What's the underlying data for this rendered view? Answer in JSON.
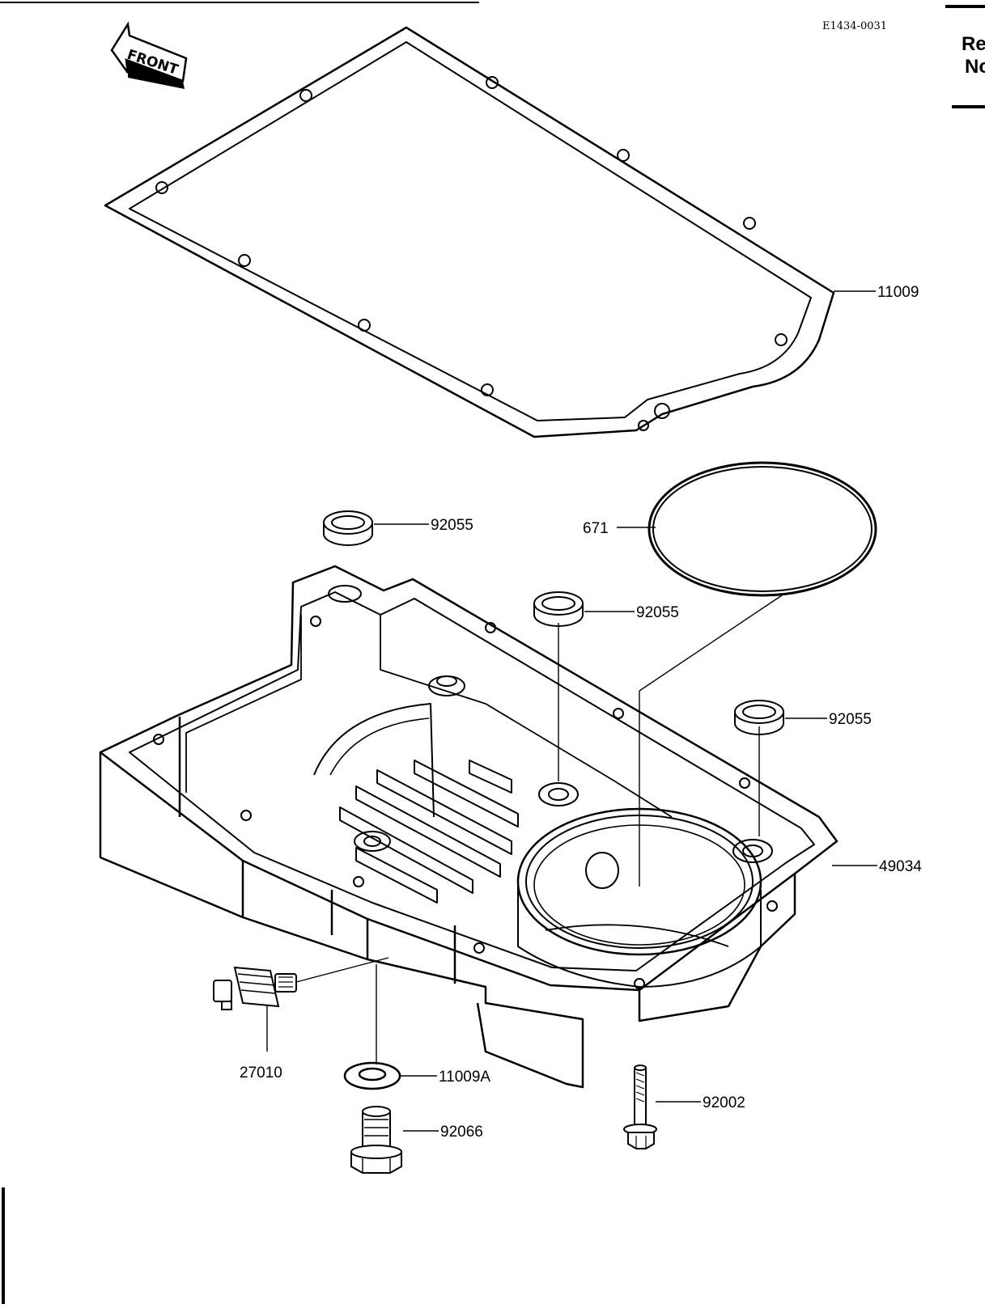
{
  "diagram": {
    "drawing_code": "E1434-0031",
    "side_header": {
      "line1": "Re",
      "line2": "No"
    },
    "front_marker": "FRONT",
    "callouts": {
      "gasket": "11009",
      "o_ring": "671",
      "seal_left": "92055",
      "seal_center": "92055",
      "seal_right": "92055",
      "oil_pan": "49034",
      "switch": "27010",
      "washer": "11009A",
      "bolt": "92002",
      "drain_plug": "92066"
    }
  }
}
